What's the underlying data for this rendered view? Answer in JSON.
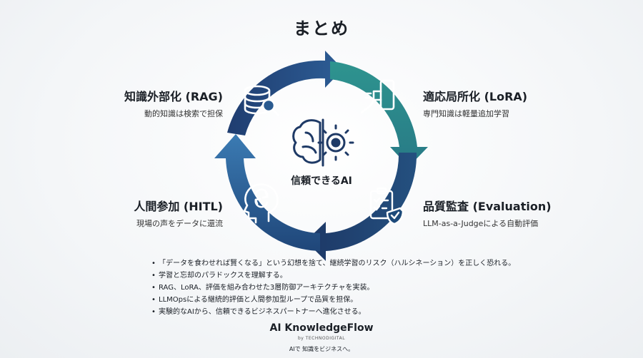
{
  "title": "まとめ",
  "center": {
    "label": "信頼できるAI",
    "icon": "brain-gear-icon"
  },
  "stages": {
    "rag": {
      "title": "知識外部化 (RAG)",
      "subtitle": "動的知識は検索で担保",
      "icon": "database-search-icon"
    },
    "lora": {
      "title": "適応局所化 (LoRA)",
      "subtitle": "専門知識は軽量追加学習",
      "icon": "plug-device-icon"
    },
    "eval": {
      "title": "品質監査 (Evaluation)",
      "subtitle": "LLM-as-a-Judgeによる自動評価",
      "icon": "clipboard-shield-icon"
    },
    "hitl": {
      "title": "人間参加 (HITL)",
      "subtitle": "現場の声をデータに還流",
      "icon": "head-refresh-icon"
    }
  },
  "bullets": [
    "「データを食わせれば賢くなる」という幻想を捨て、継続学習のリスク（ハルシネーション）を正しく恐れる。",
    "学習と忘却のパラドックスを理解する。",
    "RAG、LoRA、評価を組み合わせた3層防御アーキテクチャを実装。",
    "LLMOpsによる継続的評価と人間参加型ループで品質を担保。",
    "実験的なAIから、信頼できるビジネスパートナーへ進化させる。"
  ],
  "brand": {
    "name": "AI KnowledgeFlow",
    "by": "by TECHNODIGITAL",
    "tagline": "AIで 知識をビジネスへ。"
  },
  "colors": {
    "navy": "#1e3f73",
    "blue": "#2f6aa3",
    "teal": "#2f8f8c",
    "icon": "#1f3a66"
  }
}
